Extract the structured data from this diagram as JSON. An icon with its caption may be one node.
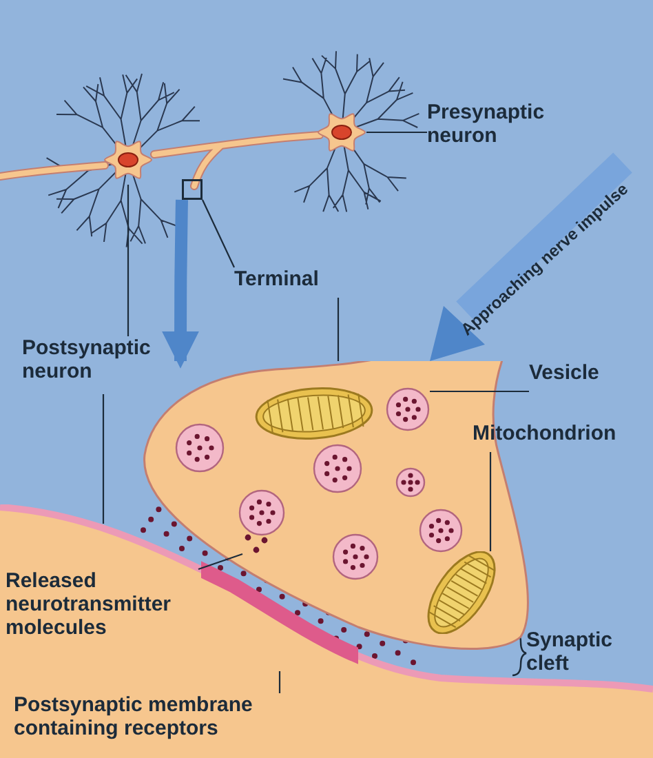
{
  "diagram": {
    "nodes": [
      {
        "text": [
          "Presynaptic neuron"
        ]
      },
      {
        "text": [],
        "shape": "picture"
      },
      {
        "text": [],
        "shape": "picture"
      },
      {
        "text": [],
        "shape": "box"
      },
      {
        "text": [
          "Terminal"
        ]
      },
      {
        "text": [
          "Postsynaptic neuron"
        ]
      },
      {
        "text": [],
        "shape": "picture"
      },
      {
        "text": [
          "Vesicle"
        ]
      },
      {
        "text": [],
        "shape": "circle",
        "in": 6
      },
      {
        "text": [
          "Mitochondrion"
        ]
      },
      {
        "text": [],
        "shape": "picture",
        "in": 6
      },
      {
        "text": [],
        "shape": "picture"
      },
      {
        "text": [
          "Released neurotransmitter molecules"
        ],
        "in": 11
      },
      {
        "text": [],
        "shape": "picture",
        "in": 6
      },
      {
        "text": [
          "Postsynaptic membrane containing receptors"
        ],
        "in": 11
      },
      {
        "text": [],
        "shape": "picture"
      }
    ],
    "edges": [
      {
        "from": 0,
        "to": 1,
        "arrow": "none"
      },
      {
        "from": 5,
        "to": 2,
        "arrow": "none"
      },
      {
        "from": 5,
        "to": 11,
        "arrow": "none"
      },
      {
        "from": 4,
        "to": 3,
        "arrow": "none"
      },
      {
        "from": 4,
        "to": 6,
        "arrow": "none"
      },
      {
        "from": 7,
        "to": 8,
        "arrow": "none"
      },
      {
        "from": 9,
        "to": 10,
        "arrow": "none"
      },
      {
        "from": 12,
        "to": 13,
        "arrow": "none"
      },
      {
        "from": 14,
        "to": 15,
        "arrow": "none"
      },
      {
        "from": 3,
        "to": 6,
        "arrow": "to",
        "style": "thick",
        "color": "#4f86c9"
      }
    ],
    "labels": [
      "Approaching nerve impulse",
      "Synaptic cleft"
    ]
  }
}
